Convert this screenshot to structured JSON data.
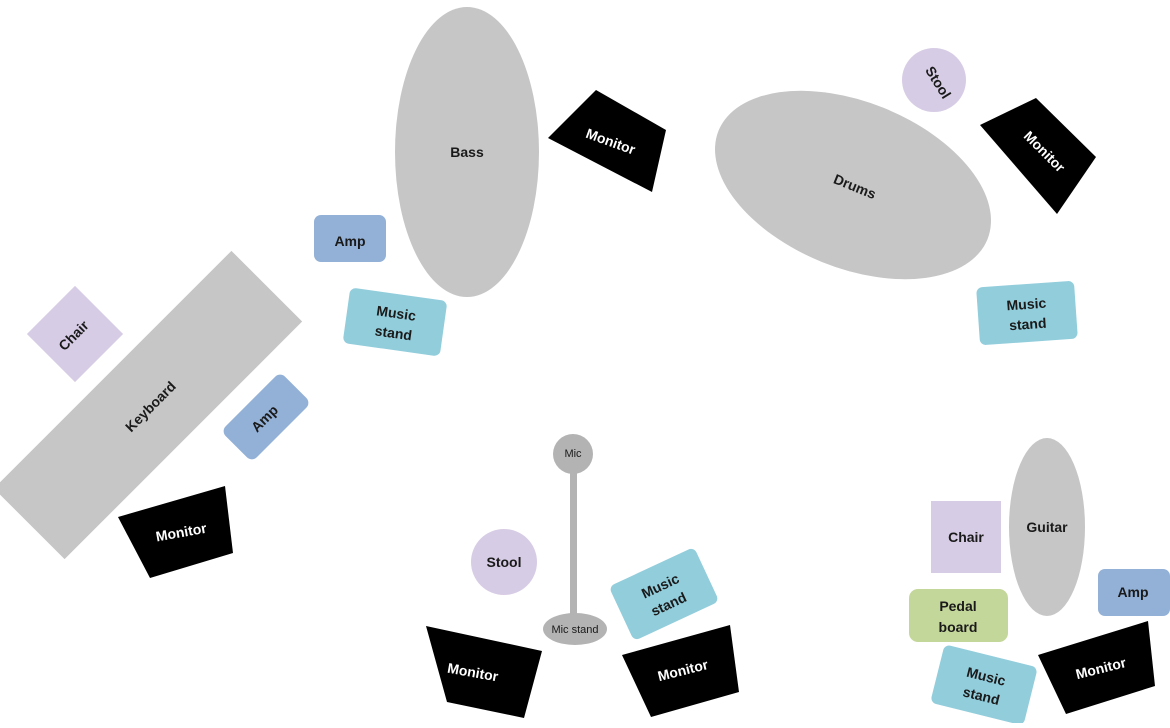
{
  "colors": {
    "instrument": "#c6c6c6",
    "amp": "#93b1d7",
    "music_stand": "#92cddc",
    "chair": "#d7cce5",
    "monitor": "#000000",
    "pedal_board": "#c4d79b",
    "mic_stand": "#b3b3b3"
  },
  "labels": {
    "bass": "Bass",
    "drums": "Drums",
    "keyboard": "Keyboard",
    "guitar": "Guitar",
    "amp": "Amp",
    "music_stand_line1": "Music",
    "music_stand_line2": "stand",
    "chair": "Chair",
    "stool": "Stool",
    "monitor": "Monitor",
    "mic": "Mic",
    "mic_stand": "Mic stand",
    "pedal_line1": "Pedal",
    "pedal_line2": "board"
  }
}
